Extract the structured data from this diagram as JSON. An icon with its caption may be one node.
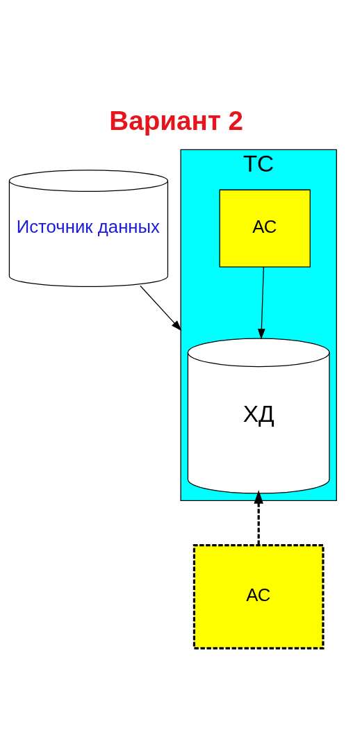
{
  "diagram": {
    "title": "Вариант 2",
    "nodes": [
      {
        "text": [
          "Источник данных"
        ]
      },
      {
        "text": [
          "ТС"
        ]
      },
      {
        "text": [
          "ХД"
        ],
        "in": 1
      },
      {
        "text": [
          "АС"
        ],
        "in": 1
      },
      {
        "text": [
          "АС"
        ]
      }
    ],
    "edges": [
      {
        "from": 0,
        "to": 1,
        "arrow": "to"
      },
      {
        "from": 3,
        "to": 2,
        "arrow": "to"
      },
      {
        "from": 4,
        "to": 2,
        "arrow": "to",
        "style": "dashed"
      }
    ]
  }
}
